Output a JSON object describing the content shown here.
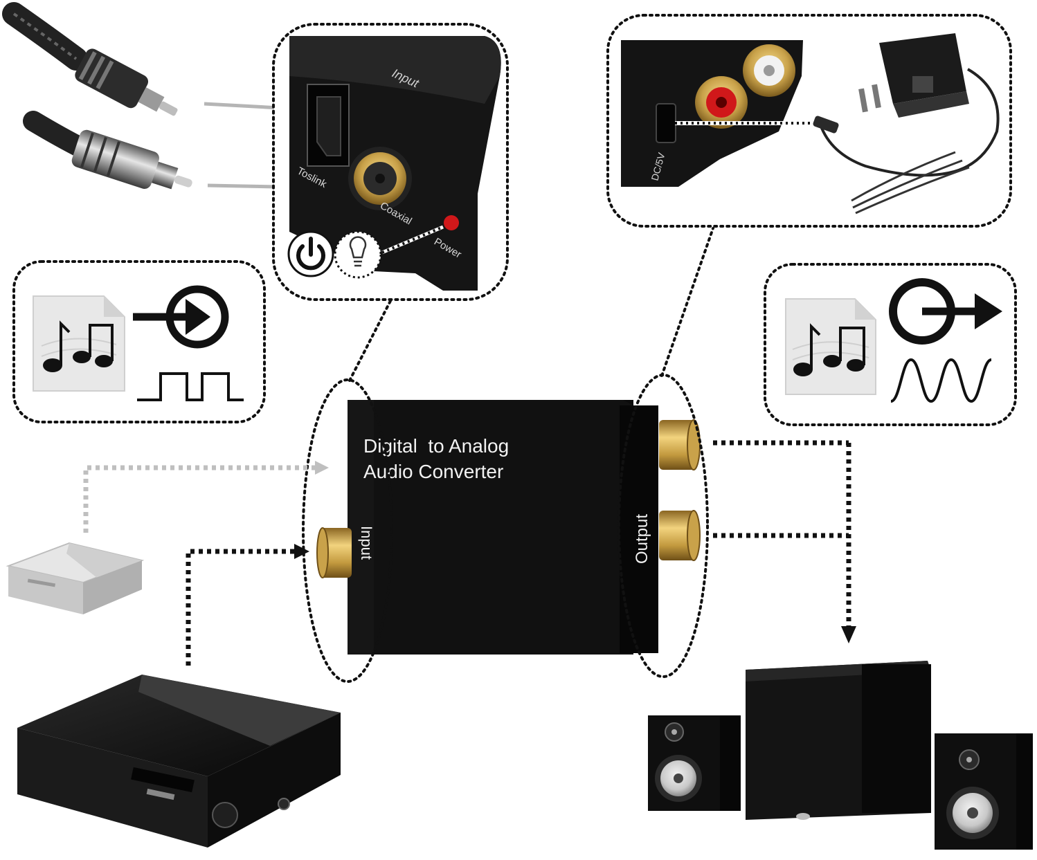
{
  "converter": {
    "title_line1": "Digital  to Analog",
    "title_line2": "Audio Converter",
    "input_label": "Input",
    "output_label": "Output"
  },
  "input_panel": {
    "input_label": "Input",
    "toslink_label": "Toslink",
    "coaxial_label": "Coaxial",
    "power_label": "Power"
  },
  "power_panel": {
    "dc_label": "DC/5V"
  },
  "colors": {
    "device": "#0d0d0d",
    "gold": "#c9a24a",
    "led": "#d0181a",
    "dotted": "#111111",
    "grey_dotted": "#bfbfbf",
    "arrow_grey": "#b5b5b5"
  }
}
